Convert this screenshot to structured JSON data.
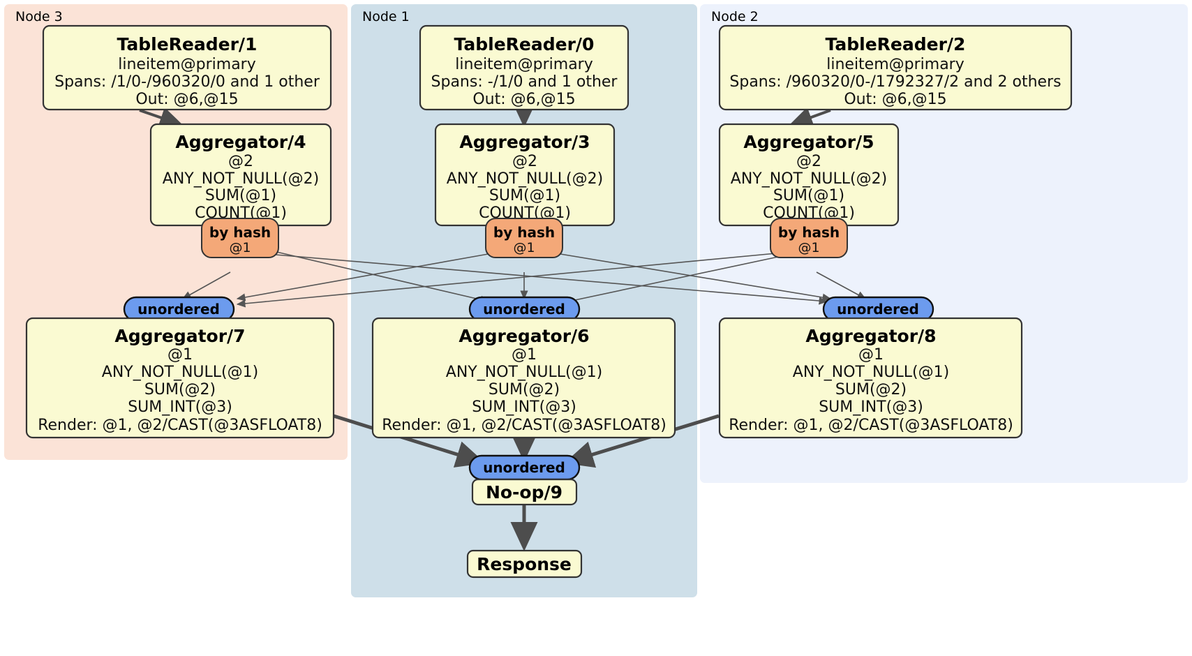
{
  "diagram": {
    "type": "distributed-query-plan",
    "colors": {
      "node3_panel": "#FBE3D7",
      "node1_panel": "#CEDFE9",
      "node2_panel": "#EDF2FC",
      "box_fill": "#FAFAD2",
      "box_stroke": "#333333",
      "hash_pill_fill": "#F4A878",
      "unordered_pill_fill": "#6C9BEE",
      "edge_thin": "#555555",
      "edge_thick": "#4D4D4D"
    },
    "panels": [
      {
        "id": "node3",
        "label": "Node 3"
      },
      {
        "id": "node1",
        "label": "Node 1"
      },
      {
        "id": "node2",
        "label": "Node 2"
      }
    ],
    "boxes": [
      {
        "id": "tablereader1",
        "title": "TableReader/1",
        "lines": [
          "lineitem@primary",
          "Spans: /1/0-/960320/0 and 1 other",
          "Out: @6,@15"
        ]
      },
      {
        "id": "tablereader0",
        "title": "TableReader/0",
        "lines": [
          "lineitem@primary",
          "Spans: -/1/0 and 1 other",
          "Out: @6,@15"
        ]
      },
      {
        "id": "tablereader2",
        "title": "TableReader/2",
        "lines": [
          "lineitem@primary",
          "Spans: /960320/0-/1792327/2 and 2 others",
          "Out: @6,@15"
        ]
      },
      {
        "id": "aggregator4",
        "title": "Aggregator/4",
        "lines": [
          "@2",
          "ANY_NOT_NULL(@2)",
          "SUM(@1)",
          "COUNT(@1)"
        ]
      },
      {
        "id": "aggregator3",
        "title": "Aggregator/3",
        "lines": [
          "@2",
          "ANY_NOT_NULL(@2)",
          "SUM(@1)",
          "COUNT(@1)"
        ]
      },
      {
        "id": "aggregator5",
        "title": "Aggregator/5",
        "lines": [
          "@2",
          "ANY_NOT_NULL(@2)",
          "SUM(@1)",
          "COUNT(@1)"
        ]
      },
      {
        "id": "aggregator7",
        "title": "Aggregator/7",
        "lines": [
          "@1",
          "ANY_NOT_NULL(@1)",
          "SUM(@2)",
          "SUM_INT(@3)",
          "Render: @1, @2/CAST(@3ASFLOAT8)"
        ]
      },
      {
        "id": "aggregator6",
        "title": "Aggregator/6",
        "lines": [
          "@1",
          "ANY_NOT_NULL(@1)",
          "SUM(@2)",
          "SUM_INT(@3)",
          "Render: @1, @2/CAST(@3ASFLOAT8)"
        ]
      },
      {
        "id": "aggregator8",
        "title": "Aggregator/8",
        "lines": [
          "@1",
          "ANY_NOT_NULL(@1)",
          "SUM(@2)",
          "SUM_INT(@3)",
          "Render: @1, @2/CAST(@3ASFLOAT8)"
        ]
      },
      {
        "id": "noop9",
        "title": "No-op/9",
        "lines": []
      },
      {
        "id": "response",
        "title": "Response",
        "lines": []
      }
    ],
    "hash_pills": [
      {
        "id": "byhash-left",
        "label": "by hash",
        "sub": "@1"
      },
      {
        "id": "byhash-center",
        "label": "by hash",
        "sub": "@1"
      },
      {
        "id": "byhash-right",
        "label": "by hash",
        "sub": "@1"
      }
    ],
    "unordered_pills": [
      {
        "id": "unordered-left",
        "label": "unordered"
      },
      {
        "id": "unordered-center",
        "label": "unordered"
      },
      {
        "id": "unordered-right",
        "label": "unordered"
      },
      {
        "id": "unordered-final",
        "label": "unordered"
      }
    ]
  }
}
